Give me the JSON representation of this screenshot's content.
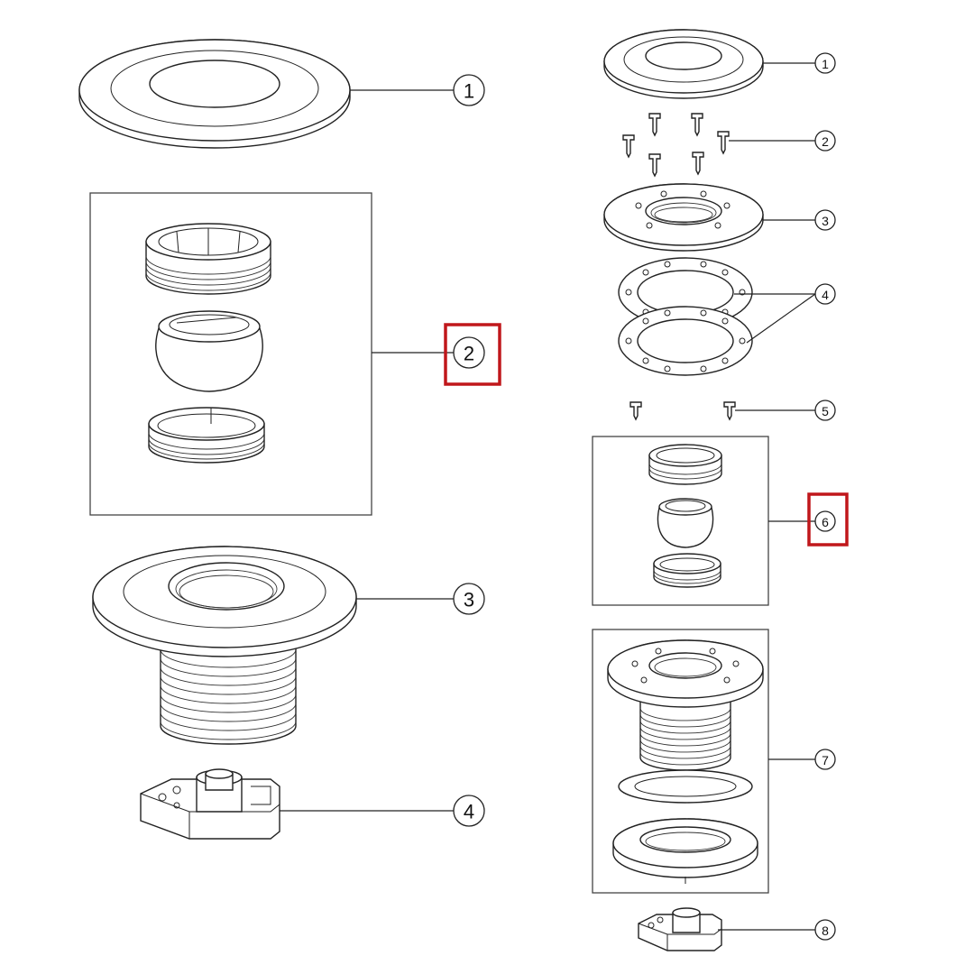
{
  "left_callouts": [
    "1",
    "2",
    "3",
    "4"
  ],
  "right_callouts": [
    "1",
    "2",
    "3",
    "4",
    "5",
    "6",
    "7",
    "8"
  ],
  "highlight_color": "#c0171b"
}
